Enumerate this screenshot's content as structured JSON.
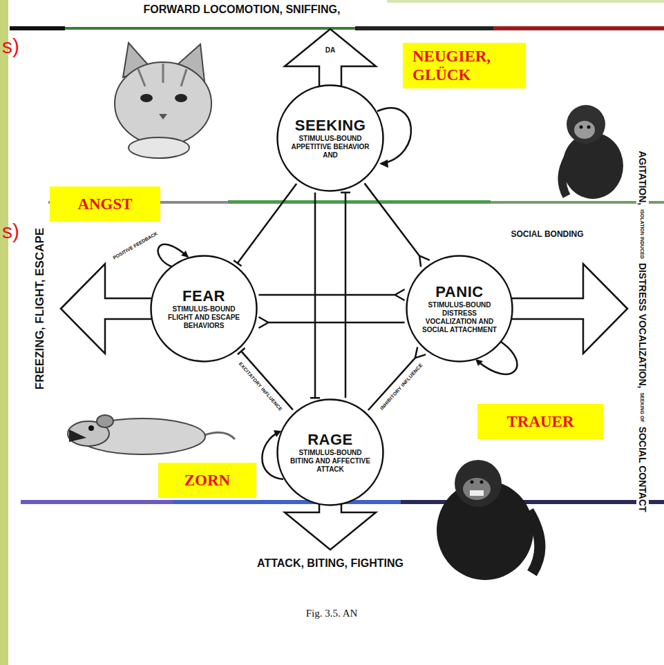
{
  "diagram": {
    "caption": "Fig. 3.5. AN",
    "nodes": [
      {
        "text": [
          "NEUGIER, GLÜCK"
        ]
      },
      {
        "text": [
          "SEEKING",
          "STIMULUS-BOUND APPETITIVE BEHAVIOR AND"
        ]
      },
      {
        "text": [
          "ANGST"
        ]
      },
      {
        "text": [
          "FEAR",
          "STIMULUS-BOUND FLIGHT AND ESCAPE BEHAVIORS"
        ]
      },
      {
        "text": [
          "PANIC",
          "STIMULUS-BOUND DISTRESS VOCALIZATION AND SOCIAL ATTACHMENT"
        ]
      },
      {
        "text": [
          "TRAUER"
        ]
      },
      {
        "text": [
          "RAGE",
          "STIMULUS-BOUND BITING AND AFFECTIVE ATTACK"
        ]
      },
      {
        "text": [
          "ZORN"
        ]
      }
    ],
    "edges": [
      {
        "from": 1,
        "to": 3,
        "arrow": "to"
      },
      {
        "from": 1,
        "to": 4,
        "arrow": "to"
      },
      {
        "from": 1,
        "to": 6,
        "arrow": "to"
      },
      {
        "from": 6,
        "to": 1,
        "arrow": "to"
      },
      {
        "from": 3,
        "to": 4,
        "arrow": "to"
      },
      {
        "from": 4,
        "to": 3,
        "arrow": "to"
      },
      {
        "from": 6,
        "to": 3,
        "arrow": "to",
        "label": "EXCITATORY INFLUENCE"
      },
      {
        "from": 6,
        "to": 4,
        "arrow": "to",
        "label": "INHIBITORY INFLUENCE"
      }
    ],
    "labels": [
      "s)",
      "FORWARD LOCOMOTION, SNIFFING,",
      "DA",
      "s)",
      "SOCIAL BONDING",
      "POSITIVE FEEDBACK",
      "FREEZING, FLIGHT, ESCAPE",
      "AGITATION,",
      "ISOLATION INDUCED",
      "DISTRESS VOCALIZATION,",
      "SEEKING OF",
      "SOCIAL CONTACT",
      "ATTACK, BITING, FIGHTING"
    ]
  }
}
